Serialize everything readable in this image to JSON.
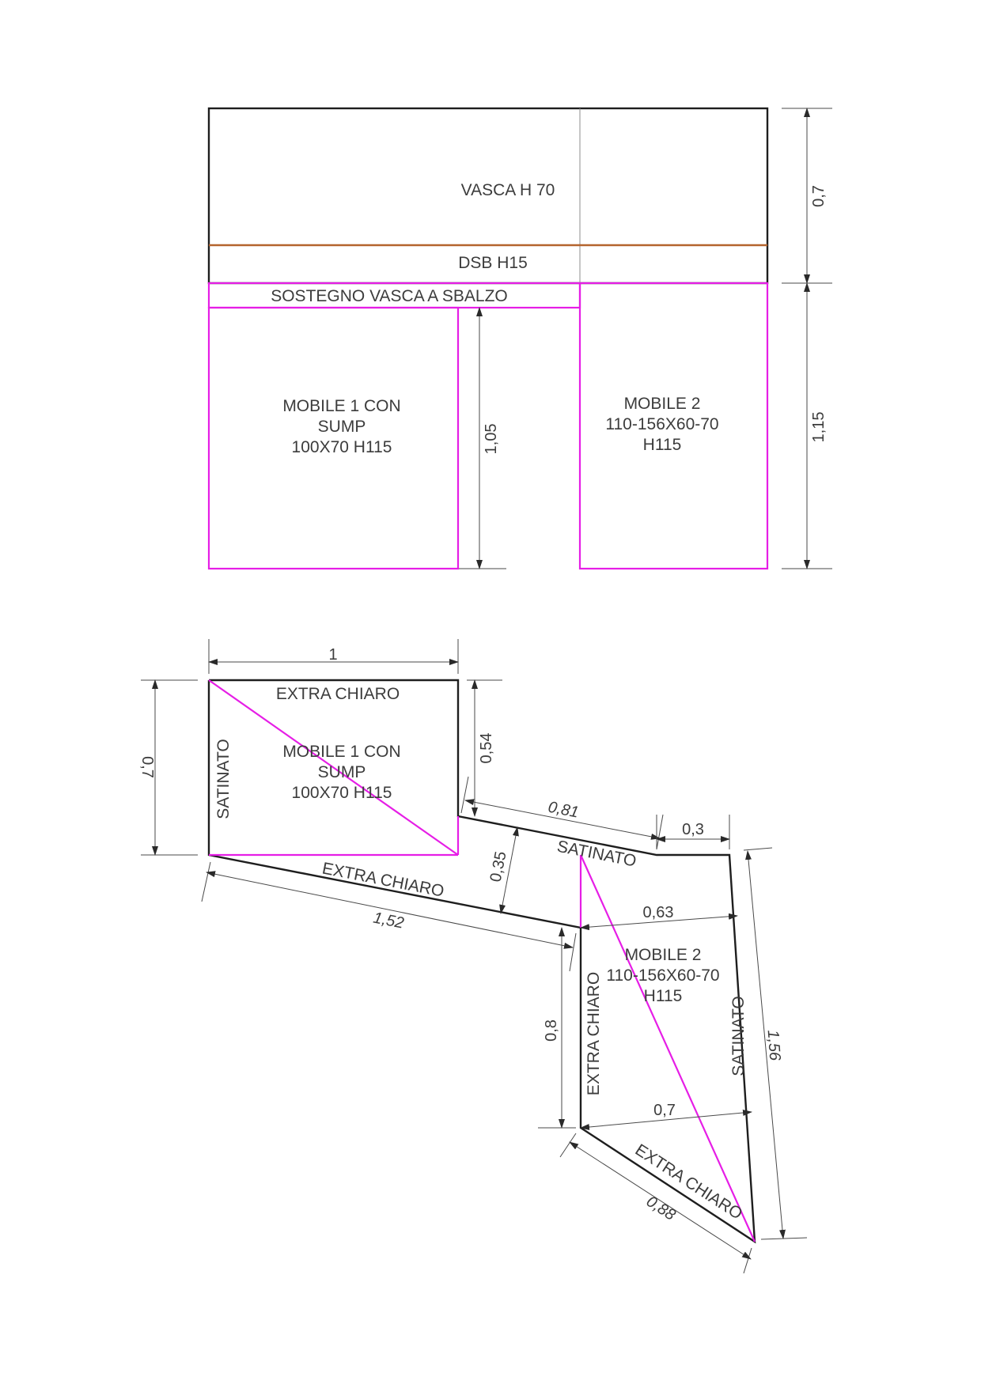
{
  "front_view": {
    "tank_label": "VASCA H 70",
    "dsb_label": "DSB H15",
    "support_label": "SOSTEGNO VASCA A SBALZO",
    "cabinet1": [
      "MOBILE 1 CON",
      "SUMP",
      "100X70 H115"
    ],
    "cabinet2": [
      "MOBILE 2",
      "110-156X60-70",
      "H115"
    ],
    "dim_tank_height": "0,7",
    "dim_cabinet_height": "1,15",
    "dim_gap_height": "1,05"
  },
  "plan_view": {
    "cabinet1": [
      "MOBILE 1 CON",
      "SUMP",
      "100X70 H115"
    ],
    "cabinet2": [
      "MOBILE 2",
      "110-156X60-70",
      "H115"
    ],
    "edges": {
      "c1_top": "EXTRA CHIARO",
      "c1_left": "SATINATO",
      "front_long": "EXTRA CHIARO",
      "middle_back": "SATINATO",
      "c2_left": "EXTRA CHIARO",
      "c2_right": "SATINATO",
      "c2_bottom": "EXTRA CHIARO"
    },
    "dims": {
      "width_1": "1",
      "depth_07": "0,7",
      "side_054": "0,54",
      "back_081": "0,81",
      "top_03": "0,3",
      "depth_035": "0,35",
      "front_152": "1,52",
      "width_063": "0,63",
      "height_08": "0,8",
      "width_07": "0,7",
      "side_156": "1,56",
      "bottom_088": "0,88"
    }
  },
  "colors": {
    "outline": "#1e1e1e",
    "cabinet": "#e61ee6",
    "dsb_line": "#b4642d",
    "text": "#3c3c3c"
  }
}
